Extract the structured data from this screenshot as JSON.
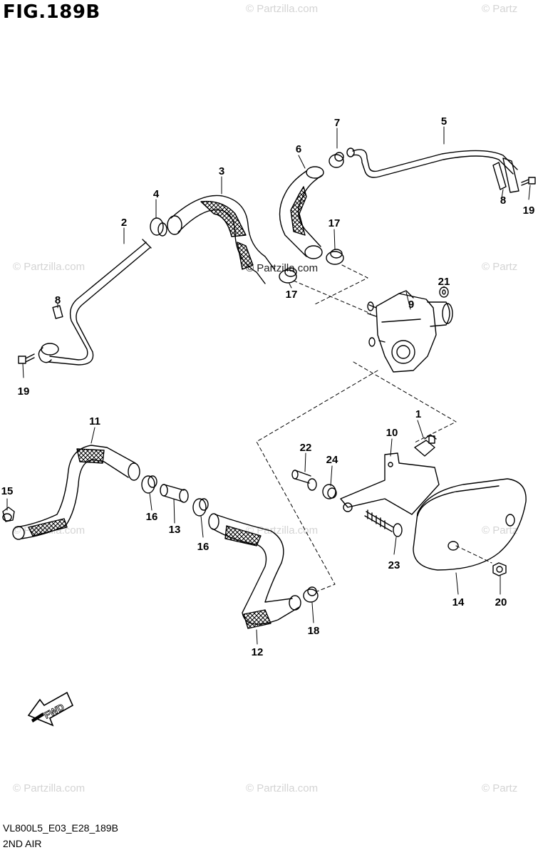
{
  "header": {
    "title": "FIG.189B"
  },
  "footer": {
    "code": "VL800L5_E03_E28_189B",
    "name": "2ND AIR"
  },
  "watermark": {
    "text": "© Partzilla.com",
    "text_short": "© Partz"
  },
  "direction": {
    "fwd_label": "FWD"
  },
  "callouts": [
    "1",
    "2",
    "3",
    "4",
    "5",
    "6",
    "7",
    "8",
    "8",
    "9",
    "10",
    "11",
    "12",
    "13",
    "14",
    "15",
    "16",
    "16",
    "17",
    "17",
    "18",
    "19",
    "19",
    "20",
    "21",
    "22",
    "23",
    "24"
  ]
}
